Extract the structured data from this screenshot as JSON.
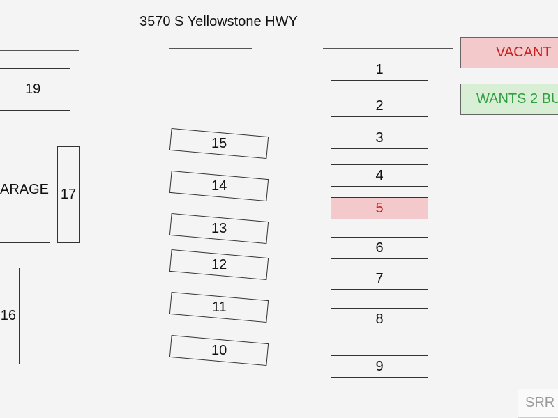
{
  "title": "3570 S Yellowstone HWY",
  "legend": {
    "vacant_label": "VACANT",
    "wants_label": "WANTS 2 BU",
    "vacant_color": "#f4c9cb",
    "wants_color": "#d8eed5"
  },
  "lots": {
    "lot_1": "1",
    "lot_2": "2",
    "lot_3": "3",
    "lot_4": "4",
    "lot_5": "5",
    "lot_6": "6",
    "lot_7": "7",
    "lot_8": "8",
    "lot_9": "9",
    "lot_10": "10",
    "lot_11": "11",
    "lot_12": "12",
    "lot_13": "13",
    "lot_14": "14",
    "lot_15": "15",
    "lot_16": "16",
    "lot_17": "17",
    "lot_19": "19"
  },
  "garage_label": "ARAGE",
  "vacant_lots": [
    "5"
  ],
  "watermark": "SRR"
}
